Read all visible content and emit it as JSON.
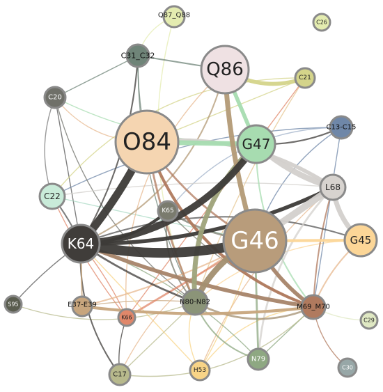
{
  "nodes": [
    {
      "id": "Q87_Q88",
      "label": "Q87_Q88",
      "color": "#e4ecb0"
    },
    {
      "id": "C26",
      "label": "C26",
      "color": "#e4ecb0"
    },
    {
      "id": "C31_C32",
      "label": "C31_C32",
      "color": "#6f8478"
    },
    {
      "id": "Q86",
      "label": "Q86",
      "color": "#efe1e3"
    },
    {
      "id": "C21",
      "label": "C21",
      "color": "#d4d48a"
    },
    {
      "id": "C20",
      "label": "C20",
      "color": "#6f7069"
    },
    {
      "id": "O84",
      "label": "O84",
      "color": "#f5d5b1"
    },
    {
      "id": "G47",
      "label": "G47",
      "color": "#a7dcb0"
    },
    {
      "id": "C13-C15",
      "label": "C13-C15",
      "color": "#6f87a8"
    },
    {
      "id": "L68",
      "label": "L68",
      "color": "#d7d3cf"
    },
    {
      "id": "C22",
      "label": "C22",
      "color": "#c9ebd9"
    },
    {
      "id": "K65",
      "label": "K65",
      "color": "#7a7b6e"
    },
    {
      "id": "G46",
      "label": "G46",
      "color": "#b89c7b"
    },
    {
      "id": "G45",
      "label": "G45",
      "color": "#fcd697"
    },
    {
      "id": "K64",
      "label": "K64",
      "color": "#403d3a"
    },
    {
      "id": "S95",
      "label": "S95",
      "color": "#5a5d4f"
    },
    {
      "id": "E37-E39",
      "label": "E37-E39",
      "color": "#c7a57d"
    },
    {
      "id": "K66",
      "label": "K66",
      "color": "#e0876a"
    },
    {
      "id": "N80-N82",
      "label": "N80-N82",
      "color": "#8b9478"
    },
    {
      "id": "M69_M70",
      "label": "M69_M70",
      "color": "#b07a5e"
    },
    {
      "id": "C29",
      "label": "C29",
      "color": "#dfe8c3"
    },
    {
      "id": "C17",
      "label": "C17",
      "color": "#b7b98c"
    },
    {
      "id": "H53",
      "label": "H53",
      "color": "#f8d487"
    },
    {
      "id": "N79",
      "label": "N79",
      "color": "#8ea882"
    },
    {
      "id": "C30",
      "label": "C30",
      "color": "#97a7a7"
    }
  ],
  "edges": [
    {
      "source": "K64",
      "target": "G46",
      "weight": 10,
      "color": "#3d3b38"
    },
    {
      "source": "K64",
      "target": "O84",
      "weight": 8,
      "color": "#3d3b38"
    },
    {
      "source": "K64",
      "target": "G47",
      "weight": 7,
      "color": "#3d3b38"
    },
    {
      "source": "K64",
      "target": "L68",
      "weight": 4,
      "color": "#3d3b38"
    },
    {
      "source": "K64",
      "target": "K65",
      "weight": 3,
      "color": "#3d3b38"
    },
    {
      "source": "G46",
      "target": "L68",
      "weight": 7,
      "color": "#d3d0cc"
    },
    {
      "source": "G47",
      "target": "L68",
      "weight": 6,
      "color": "#d3d0cc"
    },
    {
      "source": "L68",
      "target": "O84",
      "weight": 4,
      "color": "#d3d0cc"
    },
    {
      "source": "L68",
      "target": "G45",
      "weight": 5,
      "color": "#d3d0cc"
    },
    {
      "source": "G47",
      "target": "N80-N82",
      "weight": 5,
      "color": "#9ea37a"
    },
    {
      "source": "G46",
      "target": "N80-N82",
      "weight": 6,
      "color": "#a38f70"
    },
    {
      "source": "O84",
      "target": "G47",
      "weight": 5,
      "color": "#a7dcb0"
    },
    {
      "source": "Q86",
      "target": "G46",
      "weight": 5,
      "color": "#b39a76"
    },
    {
      "source": "Q86",
      "target": "C21",
      "weight": 4,
      "color": "#d4d48a"
    },
    {
      "source": "Q86",
      "target": "G47",
      "weight": 4,
      "color": "#a7dcb0"
    },
    {
      "source": "K64",
      "target": "M69_M70",
      "weight": 4,
      "color": "#a68469"
    },
    {
      "source": "O84",
      "target": "M69_M70",
      "weight": 3,
      "color": "#b07a5e"
    },
    {
      "source": "G46",
      "target": "M69_M70",
      "weight": 4,
      "color": "#a68469"
    },
    {
      "source": "G46",
      "target": "G45",
      "weight": 3,
      "color": "#fcd697"
    },
    {
      "source": "E37-E39",
      "target": "M69_M70",
      "weight": 3,
      "color": "#c7a57d"
    },
    {
      "source": "K66",
      "target": "G46",
      "weight": 2,
      "color": "#e0876a"
    },
    {
      "source": "K64",
      "target": "C20",
      "weight": 1,
      "color": "#555555"
    },
    {
      "source": "K64",
      "target": "C22",
      "weight": 1.5,
      "color": "#555555"
    },
    {
      "source": "K64",
      "target": "C31_C32",
      "weight": 1.5,
      "color": "#3d3b38"
    },
    {
      "source": "K64",
      "target": "S95",
      "weight": 1,
      "color": "#555555"
    },
    {
      "source": "K64",
      "target": "C17",
      "weight": 1.5,
      "color": "#3d3b38"
    },
    {
      "source": "K64",
      "target": "N80-N82",
      "weight": 2,
      "color": "#3d3b38"
    },
    {
      "source": "K64",
      "target": "Q86",
      "weight": 1.5,
      "color": "#b39a76"
    },
    {
      "source": "C20",
      "target": "G47",
      "weight": 1,
      "color": "#a7dcb0"
    },
    {
      "source": "C20",
      "target": "C22",
      "weight": 1,
      "color": "#777777"
    },
    {
      "source": "C20",
      "target": "O84",
      "weight": 1,
      "color": "#e7b88f"
    },
    {
      "source": "C31_C32",
      "target": "Q86",
      "weight": 1.5,
      "color": "#6f8478"
    },
    {
      "source": "C31_C32",
      "target": "C20",
      "weight": 1,
      "color": "#6f8478"
    },
    {
      "source": "C31_C32",
      "target": "O84",
      "weight": 1,
      "color": "#6f8478"
    },
    {
      "source": "C31_C32",
      "target": "N80-N82",
      "weight": 1,
      "color": "#6f8478"
    },
    {
      "source": "Q87_Q88",
      "target": "N80-N82",
      "weight": 1,
      "color": "#e4ecb0"
    },
    {
      "source": "Q87_Q88",
      "target": "C31_C32",
      "weight": 1,
      "color": "#e4ecb0"
    },
    {
      "source": "C21",
      "target": "O84",
      "weight": 1,
      "color": "#d4d48a"
    },
    {
      "source": "C21",
      "target": "N80-N82",
      "weight": 1,
      "color": "#e6c690"
    },
    {
      "source": "C13-C15",
      "target": "C22",
      "weight": 1,
      "color": "#6f87a8"
    },
    {
      "source": "C13-C15",
      "target": "G46",
      "weight": 1,
      "color": "#6f87a8"
    },
    {
      "source": "C13-C15",
      "target": "K65",
      "weight": 1,
      "color": "#9fb0c8"
    },
    {
      "source": "C22",
      "target": "G46",
      "weight": 1,
      "color": "#a9d9c4"
    },
    {
      "source": "C22",
      "target": "K66",
      "weight": 1,
      "color": "#e0876a"
    },
    {
      "source": "K65",
      "target": "G46",
      "weight": 2,
      "color": "#7a7b6e"
    },
    {
      "source": "K65",
      "target": "M69_M70",
      "weight": 1,
      "color": "#7a7b6e"
    },
    {
      "source": "L68",
      "target": "N79",
      "weight": 2,
      "color": "#d3d0cc"
    },
    {
      "source": "L68",
      "target": "M69_M70",
      "weight": 1.5,
      "color": "#b07a5e"
    },
    {
      "source": "G45",
      "target": "M69_M70",
      "weight": 1.5,
      "color": "#e7b88f"
    },
    {
      "source": "G45",
      "target": "N80-N82",
      "weight": 1,
      "color": "#fcd697"
    },
    {
      "source": "G45",
      "target": "K64",
      "weight": 1.5,
      "color": "#555555"
    },
    {
      "source": "N80-N82",
      "target": "M69_M70",
      "weight": 2,
      "color": "#a38f70"
    },
    {
      "source": "N80-N82",
      "target": "H53",
      "weight": 1,
      "color": "#f8d487"
    },
    {
      "source": "N80-N82",
      "target": "C17",
      "weight": 1,
      "color": "#b7b98c"
    },
    {
      "source": "N80-N82",
      "target": "N79",
      "weight": 1.5,
      "color": "#8ea882"
    },
    {
      "source": "N80-N82",
      "target": "E37-E39",
      "weight": 1,
      "color": "#c7a57d"
    },
    {
      "source": "M69_M70",
      "target": "C29",
      "weight": 1,
      "color": "#dfe8c3"
    },
    {
      "source": "M69_M70",
      "target": "C30",
      "weight": 1,
      "color": "#b07a5e"
    },
    {
      "source": "M69_M70",
      "target": "H53",
      "weight": 1,
      "color": "#f8d487"
    },
    {
      "source": "M69_M70",
      "target": "N79",
      "weight": 1,
      "color": "#8ea882"
    },
    {
      "source": "E37-E39",
      "target": "K64",
      "weight": 1.5,
      "color": "#c7a57d"
    },
    {
      "source": "E37-E39",
      "target": "G46",
      "weight": 1.5,
      "color": "#e7b88f"
    },
    {
      "source": "K66",
      "target": "K64",
      "weight": 1,
      "color": "#e0876a"
    },
    {
      "source": "K66",
      "target": "C17",
      "weight": 1,
      "color": "#3d3b38"
    },
    {
      "source": "S95",
      "target": "N80-N82",
      "weight": 1,
      "color": "#b7b98c"
    },
    {
      "source": "C17",
      "target": "M69_M70",
      "weight": 1,
      "color": "#b7b98c"
    },
    {
      "source": "H53",
      "target": "K64",
      "weight": 1,
      "color": "#f8d487"
    },
    {
      "source": "H53",
      "target": "G46",
      "weight": 1,
      "color": "#f8d487"
    },
    {
      "source": "N79",
      "target": "K64",
      "weight": 1,
      "color": "#8ea882"
    },
    {
      "source": "N79",
      "target": "G46",
      "weight": 2,
      "color": "#8ea882"
    },
    {
      "source": "O84",
      "target": "N80-N82",
      "weight": 2,
      "color": "#b07a5e"
    },
    {
      "source": "O84",
      "target": "G46",
      "weight": 2,
      "color": "#b07a5e"
    },
    {
      "source": "G47",
      "target": "C13-C15",
      "weight": 1.5,
      "color": "#3d3b38"
    },
    {
      "source": "G47",
      "target": "M69_M70",
      "weight": 1.5,
      "color": "#a7dcb0"
    },
    {
      "source": "C20",
      "target": "N80-N82",
      "weight": 1,
      "color": "#6f7069"
    },
    {
      "source": "C21",
      "target": "C22",
      "weight": 1,
      "color": "#d4d48a"
    },
    {
      "source": "C21",
      "target": "K66",
      "weight": 1,
      "color": "#e0876a"
    },
    {
      "source": "L68",
      "target": "C22",
      "weight": 1,
      "color": "#d3d0cc"
    },
    {
      "source": "L68",
      "target": "H53",
      "weight": 1,
      "color": "#e7b88f"
    },
    {
      "source": "G46",
      "target": "C17",
      "weight": 1,
      "color": "#e7b88f"
    },
    {
      "source": "K65",
      "target": "N80-N82",
      "weight": 1.5,
      "color": "#7a7b6e"
    },
    {
      "source": "Q86",
      "target": "K66",
      "weight": 1,
      "color": "#e7b88f"
    },
    {
      "source": "C13-C15",
      "target": "M69_M70",
      "weight": 1,
      "color": "#6f87a8"
    }
  ]
}
